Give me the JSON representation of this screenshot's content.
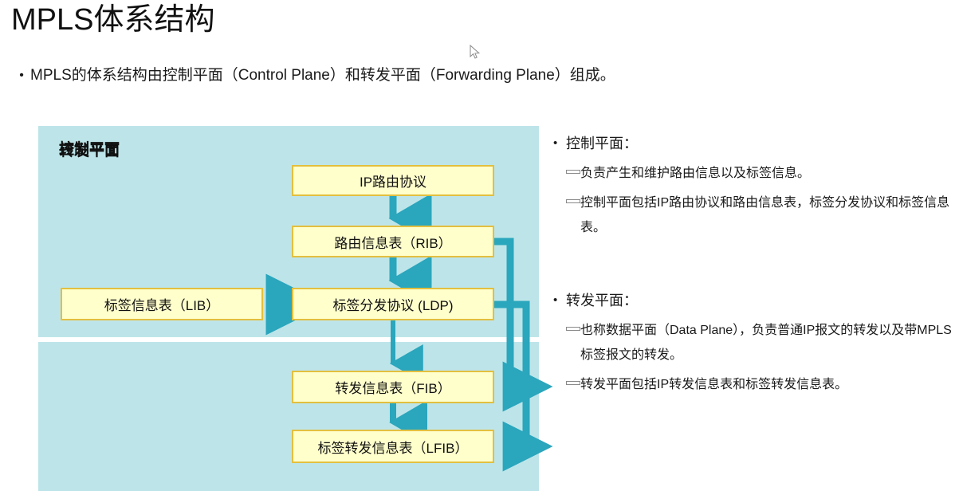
{
  "slide": {
    "title": "MPLS体系结构",
    "bullet_marker": "•",
    "intro": "MPLS的体系结构由控制平面（Control Plane）和转发平面（Forwarding Plane）组成。"
  },
  "diagram": {
    "control_plane_label": "控制平面",
    "forwarding_plane_label": "转发平面",
    "panel_color": "#bde5e9",
    "node_fill": "#ffffcc",
    "node_border": "#e3bf3f",
    "arrow_color": "#2aa6bd",
    "nodes": {
      "ip_routing": "IP路由协议",
      "rib": "路由信息表（RIB）",
      "lib": "标签信息表（LIB）",
      "ldp": "标签分发协议 (LDP)",
      "fib": "转发信息表（FIB）",
      "lfib": "标签转发信息表（LFIB）"
    }
  },
  "right_column": {
    "control": {
      "marker": "•",
      "heading": "控制平面：",
      "items": [
        "负责产生和维护路由信息以及标签信息。",
        "控制平面包括IP路由协议和路由信息表，标签分发协议和标签信息表。"
      ]
    },
    "forwarding": {
      "marker": "•",
      "heading": "转发平面：",
      "items": [
        "也称数据平面（Data Plane），负责普通IP报文的转发以及带MPLS标签报文的转发。",
        "转发平面包括IP转发信息表和标签转发信息表。"
      ]
    }
  }
}
